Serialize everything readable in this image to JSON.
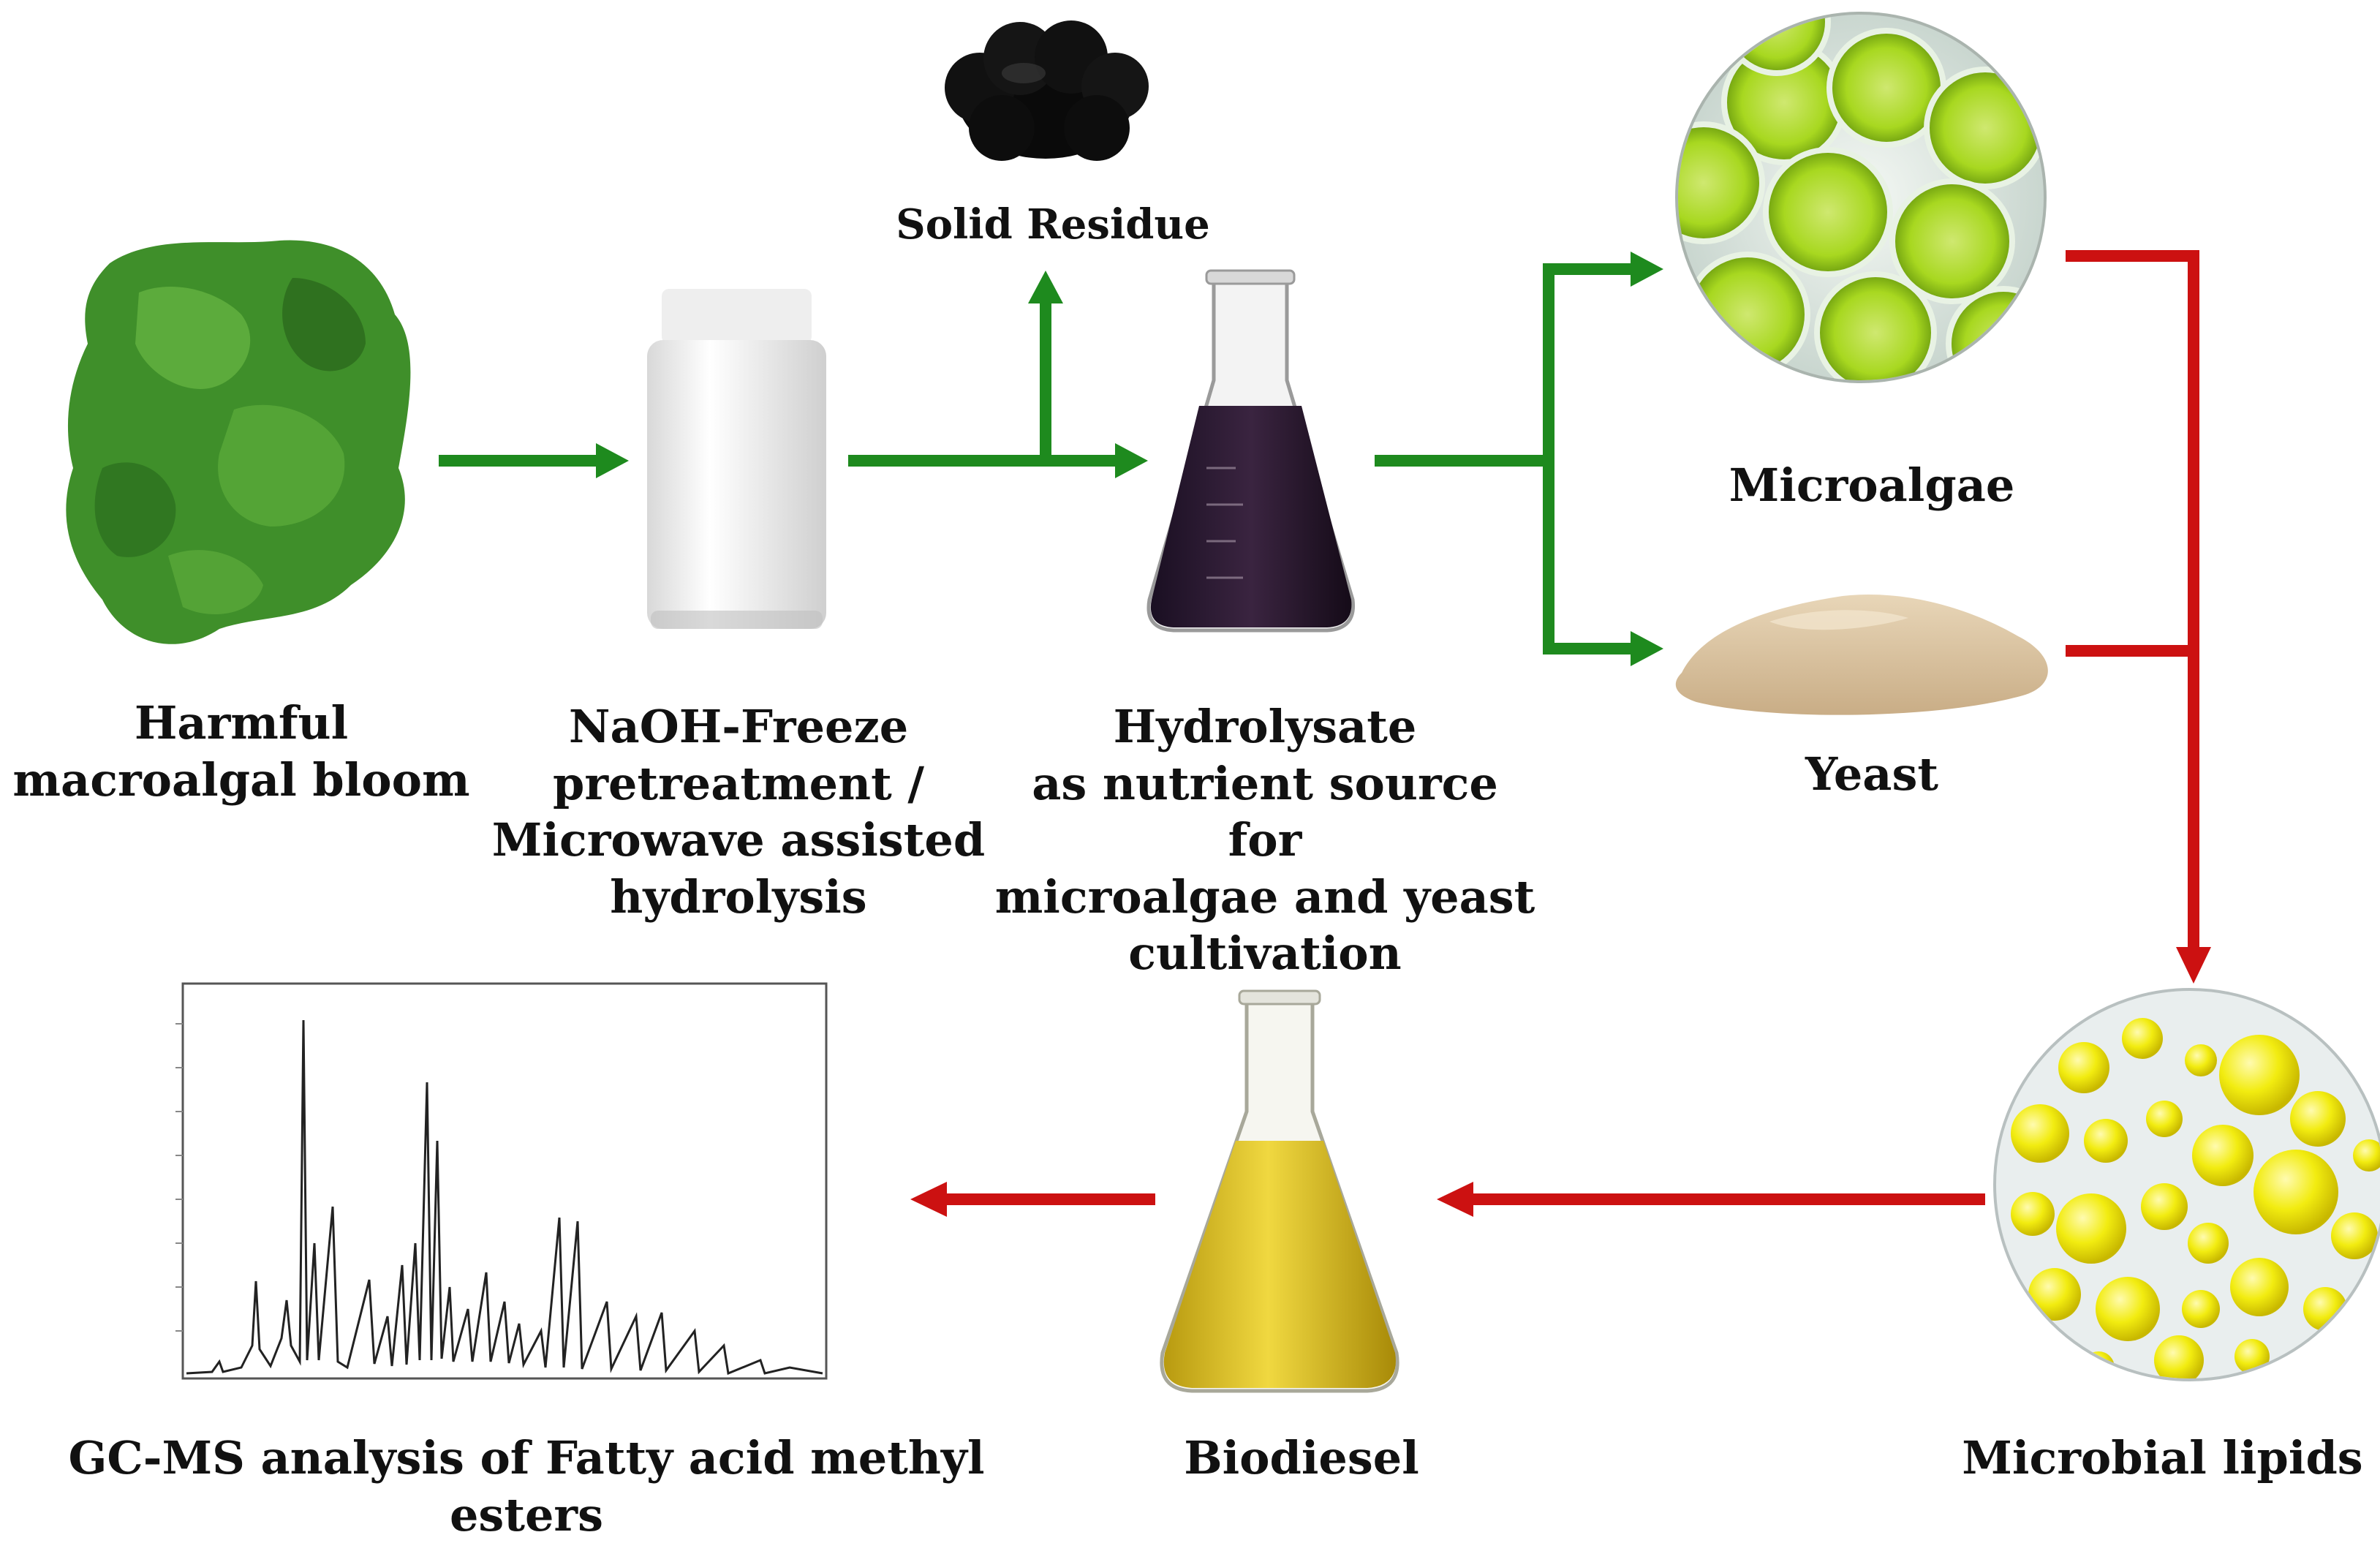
{
  "labels": {
    "bloom": "Harmful\nmacroalgal bloom",
    "pretreatment": "NaOH-Freeze\npretreatment /\nMicrowave assisted\nhydrolysis",
    "hydrolysate": "Hydrolysate\nas nutrient source for\nmicroalgae and yeast\ncultivation",
    "solid_residue": "Solid Residue",
    "microalgae": "Microalgae",
    "yeast": "Yeast",
    "microbial_lipids": "Microbial lipids",
    "biodiesel": "Biodiesel",
    "gcms": "GC-MS analysis of Fatty acid methyl esters"
  },
  "colors": {
    "green_arrow": "#1e8a1e",
    "red_arrow": "#cc1111",
    "algae_green": "#3f8f2a",
    "cell_green": "#a8d820",
    "flask_dark": "#2a1830",
    "biodiesel_yellow": "#d8b820",
    "lipid_yellow": "#f2ec10",
    "yeast_tan": "#dcc3a0"
  }
}
